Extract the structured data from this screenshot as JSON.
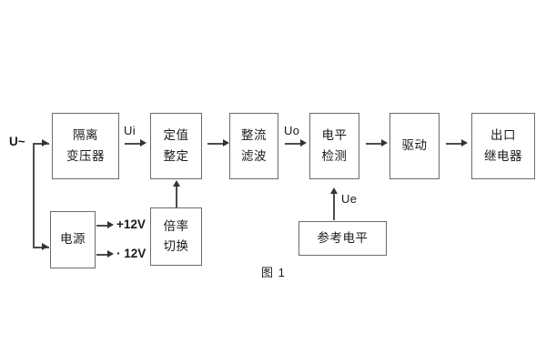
{
  "figure": {
    "caption": "图 1",
    "input_label": "U~",
    "colors": {
      "background": "#ffffff",
      "block_border": "#6b6b6b",
      "line": "#4d4d4d",
      "arrow": "#333333",
      "text": "#1a1a1a"
    }
  },
  "blocks": [
    {
      "id": "isolation-transformer",
      "line1": "隔离",
      "line2": "变压器"
    },
    {
      "id": "setting-adjust",
      "line1": "定值",
      "line2": "整定"
    },
    {
      "id": "rectify-filter",
      "line1": "整流",
      "line2": "滤波"
    },
    {
      "id": "level-detect",
      "line1": "电平",
      "line2": "检测"
    },
    {
      "id": "drive",
      "line1": "驱动",
      "line2": ""
    },
    {
      "id": "output-relay",
      "line1": "出口",
      "line2": "继电器"
    },
    {
      "id": "power-supply",
      "line1": "电源",
      "line2": ""
    },
    {
      "id": "multiplier-switch",
      "line1": "倍率",
      "line2": "切换"
    },
    {
      "id": "reference-level",
      "line1": "参考电平",
      "line2": ""
    }
  ],
  "signals": {
    "ui": "Ui",
    "uo": "Uo",
    "ue": "Ue"
  },
  "power_outputs": [
    {
      "id": "rail-pos-12v",
      "label": "+12V"
    },
    {
      "id": "rail-neg-12v",
      "label": "· 12V"
    }
  ]
}
